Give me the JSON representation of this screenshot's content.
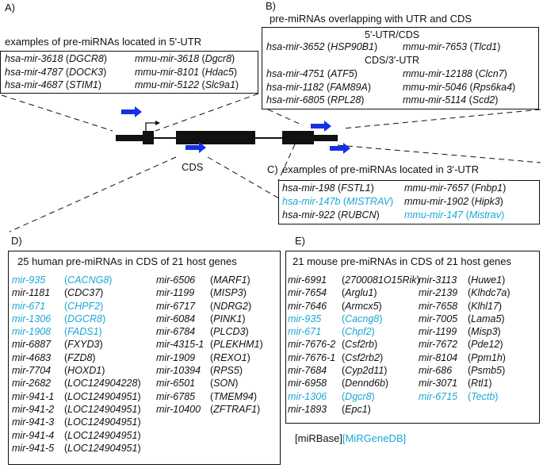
{
  "panel_labels": {
    "a": "A)",
    "b": "B)",
    "c": "C)",
    "d": "D)",
    "e": "E)"
  },
  "panel_a": {
    "title": "examples of pre-miRNAs located in 5'-UTR",
    "rows": [
      {
        "hsa": "hsa-mir-3618",
        "hsa_host": "DGCR8",
        "mmu": "mmu-mir-3618",
        "mmu_host": "Dgcr8"
      },
      {
        "hsa": "hsa-mir-4787",
        "hsa_host": "DOCK3",
        "mmu": "mmu-mir-8101",
        "mmu_host": "Hdac5"
      },
      {
        "hsa": "hsa-mir-4687",
        "hsa_host": "STIM1",
        "mmu": "mmu-mir-5122",
        "mmu_host": "Slc9a1"
      }
    ]
  },
  "panel_b": {
    "title": "pre-miRNAs overlapping with UTR and CDS",
    "sub1": "5'-UTR/CDS",
    "rows1": [
      {
        "hsa": "hsa-mir-3652",
        "hsa_host": "HSP90B1",
        "mmu": "mmu-mir-7653",
        "mmu_host": "Tlcd1"
      }
    ],
    "sub2": "CDS/3'-UTR",
    "rows2": [
      {
        "hsa": "hsa-mir-4751",
        "hsa_host": "ATF5",
        "mmu": "mmu-mir-12188",
        "mmu_host": "Clcn7"
      },
      {
        "hsa": "hsa-mir-1182",
        "hsa_host": "FAM89A",
        "mmu": "mmu-mir-5046",
        "mmu_host": "Rps6ka4"
      },
      {
        "hsa": "hsa-mir-6805",
        "hsa_host": "RPL28",
        "mmu": "mmu-mir-5114",
        "mmu_host": "Scd2"
      }
    ]
  },
  "panel_c": {
    "title": "examples of pre-miRNAs located in 3'-UTR",
    "rows": [
      {
        "hsa": "hsa-mir-198",
        "hsa_host": "FSTL1",
        "hsa_cyan": false,
        "mmu": "mmu-mir-7657",
        "mmu_host": "Fnbp1",
        "mmu_cyan": false
      },
      {
        "hsa": "hsa-mir-147b",
        "hsa_host": "MISTRAV",
        "hsa_cyan": true,
        "mmu": "mmu-mir-1902",
        "mmu_host": "Hipk3",
        "mmu_cyan": false
      },
      {
        "hsa": "hsa-mir-922",
        "hsa_host": "RUBCN",
        "hsa_cyan": false,
        "mmu": "mmu-mir-147",
        "mmu_host": "Mistrav",
        "mmu_cyan": true
      }
    ]
  },
  "gene": {
    "cds_label": "CDS"
  },
  "panel_d": {
    "title": "25 human pre-miRNAs in CDS of 21 host genes",
    "col1": [
      {
        "mir": "mir-935",
        "host": "CACNG8",
        "cyan": true
      },
      {
        "mir": "mir-1181",
        "host": "CDC37",
        "cyan": false
      },
      {
        "mir": "mir-671",
        "host": "CHPF2",
        "cyan": true
      },
      {
        "mir": "mir-1306",
        "host": "DGCR8",
        "cyan": true
      },
      {
        "mir": "mir-1908",
        "host": "FADS1",
        "cyan": true
      },
      {
        "mir": "mir-6887",
        "host": "FXYD3",
        "cyan": false
      },
      {
        "mir": "mir-4683",
        "host": "FZD8",
        "cyan": false
      },
      {
        "mir": "mir-7704",
        "host": "HOXD1",
        "cyan": false
      },
      {
        "mir": "mir-2682",
        "host": "LOC124904228",
        "cyan": false
      },
      {
        "mir": "mir-941-1",
        "host": "LOC124904951",
        "cyan": false
      },
      {
        "mir": "mir-941-2",
        "host": "LOC124904951",
        "cyan": false
      },
      {
        "mir": "mir-941-3",
        "host": "LOC124904951",
        "cyan": false
      },
      {
        "mir": "mir-941-4",
        "host": "LOC124904951",
        "cyan": false
      },
      {
        "mir": "mir-941-5",
        "host": "LOC124904951",
        "cyan": false
      }
    ],
    "col2": [
      {
        "mir": "mir-6506",
        "host": "MARF1",
        "cyan": false
      },
      {
        "mir": "mir-1199",
        "host": "MISP3",
        "cyan": false
      },
      {
        "mir": "mir-6717",
        "host": "NDRG2",
        "cyan": false
      },
      {
        "mir": "mir-6084",
        "host": "PINK1",
        "cyan": false
      },
      {
        "mir": "mir-6784",
        "host": "PLCD3",
        "cyan": false
      },
      {
        "mir": "mir-4315-1",
        "host": "PLEKHM1",
        "cyan": false
      },
      {
        "mir": "mir-1909",
        "host": "REXO1",
        "cyan": false
      },
      {
        "mir": "mir-10394",
        "host": "RPS5",
        "cyan": false
      },
      {
        "mir": "mir-6501",
        "host": "SON",
        "cyan": false
      },
      {
        "mir": "mir-6785",
        "host": "TMEM94",
        "cyan": false
      },
      {
        "mir": "mir-10400",
        "host": "ZFTRAF1",
        "cyan": false
      }
    ]
  },
  "panel_e": {
    "title": "21 mouse pre-miRNAs in CDS of 21 host genes",
    "col1": [
      {
        "mir": "mir-6991",
        "host": "2700081O15Rik",
        "cyan": false
      },
      {
        "mir": "mir-7654",
        "host": "Arglu1",
        "cyan": false
      },
      {
        "mir": "mir-7646",
        "host": "Armcx5",
        "cyan": false
      },
      {
        "mir": "mir-935",
        "host": "Cacng8",
        "cyan": true
      },
      {
        "mir": "mir-671",
        "host": "Chpf2",
        "cyan": true
      },
      {
        "mir": "mir-7676-2",
        "host": "Csf2rb",
        "cyan": false
      },
      {
        "mir": "mir-7676-1",
        "host": "Csf2rb2",
        "cyan": false
      },
      {
        "mir": "mir-7684",
        "host": "Cyp2d11",
        "cyan": false
      },
      {
        "mir": "mir-6958",
        "host": "Dennd6b",
        "cyan": false
      },
      {
        "mir": "mir-1306",
        "host": "Dgcr8",
        "cyan": true
      },
      {
        "mir": "mir-1893",
        "host": "Epc1",
        "cyan": false
      }
    ],
    "col2": [
      {
        "mir": "mir-3113",
        "host": "Huwe1",
        "cyan": false
      },
      {
        "mir": "mir-2139",
        "host": "Klhdc7a",
        "cyan": false
      },
      {
        "mir": "mir-7658",
        "host": "Klhl17",
        "cyan": false
      },
      {
        "mir": "mir-7005",
        "host": "Lama5",
        "cyan": false
      },
      {
        "mir": "mir-1199",
        "host": "Misp3",
        "cyan": false
      },
      {
        "mir": "mir-7672",
        "host": "Pde12",
        "cyan": false
      },
      {
        "mir": "mir-8104",
        "host": "Ppm1h",
        "cyan": false
      },
      {
        "mir": "mir-686",
        "host": "Psmb5",
        "cyan": false
      },
      {
        "mir": "mir-3071",
        "host": "Rtl1",
        "cyan": false
      },
      {
        "mir": "mir-6715",
        "host": "Tectb",
        "cyan": true
      }
    ],
    "legend_mirbase": "[miRBase]",
    "legend_mirgenedb": "[MiRGeneDB]"
  },
  "colors": {
    "accent_cyan": "#1aa7d6",
    "arrow_blue": "#1530e6",
    "line": "#111111"
  }
}
